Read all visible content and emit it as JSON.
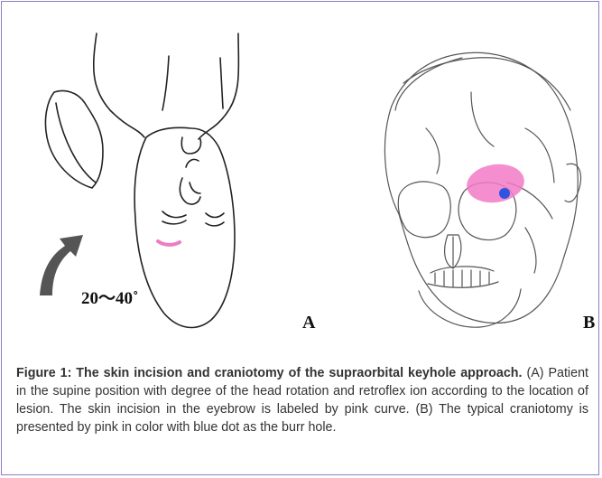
{
  "figure": {
    "panel_a_letter": "A",
    "panel_b_letter": "B",
    "angle_label": "20～40˚",
    "caption_title": "Figure 1: The skin incision and craniotomy of the supraorbital keyhole approach.",
    "caption_body": " (A) Patient in the supine position with degree of the head rotation and retroflex ion according to the location of lesion. The skin incision in the eyebrow is labeled by pink curve. (B) The typical craniotomy is presented by pink in color with blue dot as the burr hole."
  },
  "colors": {
    "frame_border": "#8e7cc3",
    "incision_pink": "#f07cc0",
    "craniotomy_pink": "#f27ac6",
    "burr_hole_blue": "#2f55e0",
    "arrow_gray": "#555555"
  }
}
